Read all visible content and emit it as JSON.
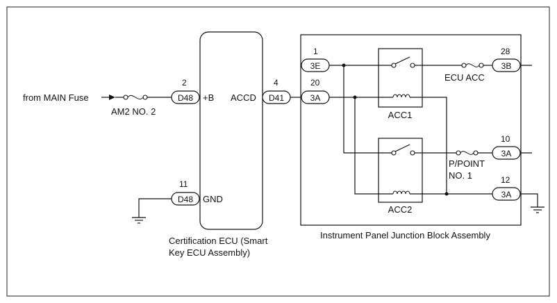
{
  "labels": {
    "from_main_fuse": "from MAIN Fuse",
    "fuse_am2": "AM2 NO. 2",
    "ecu_title_line1": "Certification ECU (Smart",
    "ecu_title_line2": "Key ECU Assembly)",
    "jb_title": "Instrument Panel Junction Block Assembly",
    "fuse_ecu_acc": "ECU ACC",
    "fuse_ppoint_line1": "P/POINT",
    "fuse_ppoint_line2": "NO. 1",
    "relay_acc1": "ACC1",
    "relay_acc2": "ACC2",
    "term_b": "+B",
    "term_accd": "ACCD",
    "term_gnd": "GND"
  },
  "connectors": {
    "d48_b": {
      "pin": "2",
      "name": "D48"
    },
    "d48_gnd": {
      "pin": "11",
      "name": "D48"
    },
    "d41": {
      "pin": "4",
      "name": "D41"
    },
    "j3e": {
      "pin": "1",
      "name": "3E"
    },
    "j3a_in": {
      "pin": "20",
      "name": "3A"
    },
    "j3b": {
      "pin": "28",
      "name": "3B"
    },
    "j3a_out10": {
      "pin": "10",
      "name": "3A"
    },
    "j3a_out12": {
      "pin": "12",
      "name": "3A"
    }
  }
}
